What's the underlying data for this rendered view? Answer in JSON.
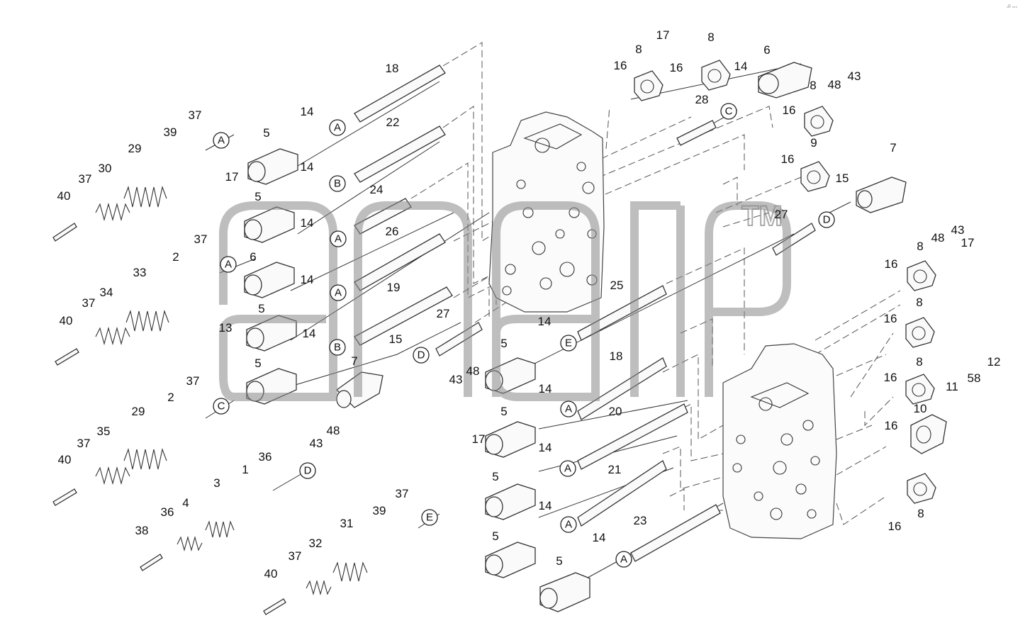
{
  "diagram": {
    "type": "exploded-parts-diagram",
    "corner_mark": "◦ᴰ ◦◦◦",
    "watermark": {
      "text": "TM"
    },
    "part_numbers": [
      "1",
      "2",
      "3",
      "4",
      "5",
      "6",
      "7",
      "8",
      "9",
      "10",
      "11",
      "12",
      "13",
      "14",
      "15",
      "16",
      "17",
      "18",
      "19",
      "20",
      "21",
      "22",
      "23",
      "24",
      "25",
      "26",
      "27",
      "28",
      "29",
      "30",
      "31",
      "32",
      "33",
      "34",
      "35",
      "36",
      "37",
      "38",
      "39",
      "40",
      "43",
      "48",
      "58"
    ],
    "connectors": [
      "A",
      "B",
      "C",
      "D",
      "E"
    ],
    "callouts": [
      {
        "n": "18"
      },
      {
        "n": "37"
      },
      {
        "n": "39"
      },
      {
        "n": "29"
      },
      {
        "n": "30"
      },
      {
        "n": "37"
      },
      {
        "n": "40"
      },
      {
        "n": "5"
      },
      {
        "n": "14"
      },
      {
        "n": "22"
      },
      {
        "n": "14"
      },
      {
        "n": "17"
      },
      {
        "n": "5"
      },
      {
        "n": "24"
      },
      {
        "n": "14"
      },
      {
        "n": "26"
      },
      {
        "n": "37"
      },
      {
        "n": "2"
      },
      {
        "n": "6"
      },
      {
        "n": "33"
      },
      {
        "n": "34"
      },
      {
        "n": "37"
      },
      {
        "n": "40"
      },
      {
        "n": "14"
      },
      {
        "n": "19"
      },
      {
        "n": "5"
      },
      {
        "n": "14"
      },
      {
        "n": "27"
      },
      {
        "n": "13"
      },
      {
        "n": "15"
      },
      {
        "n": "5"
      },
      {
        "n": "7"
      },
      {
        "n": "37"
      },
      {
        "n": "2"
      },
      {
        "n": "29"
      },
      {
        "n": "35"
      },
      {
        "n": "37"
      },
      {
        "n": "40"
      },
      {
        "n": "43"
      },
      {
        "n": "48"
      },
      {
        "n": "36"
      },
      {
        "n": "1"
      },
      {
        "n": "3"
      },
      {
        "n": "4"
      },
      {
        "n": "36"
      },
      {
        "n": "38"
      },
      {
        "n": "39"
      },
      {
        "n": "37"
      },
      {
        "n": "31"
      },
      {
        "n": "32"
      },
      {
        "n": "37"
      },
      {
        "n": "40"
      },
      {
        "n": "17"
      },
      {
        "n": "8"
      },
      {
        "n": "16"
      },
      {
        "n": "16"
      },
      {
        "n": "8"
      },
      {
        "n": "14"
      },
      {
        "n": "6"
      },
      {
        "n": "28"
      },
      {
        "n": "8"
      },
      {
        "n": "48"
      },
      {
        "n": "43"
      },
      {
        "n": "16"
      },
      {
        "n": "9"
      },
      {
        "n": "16"
      },
      {
        "n": "7"
      },
      {
        "n": "15"
      },
      {
        "n": "27"
      },
      {
        "n": "25"
      },
      {
        "n": "14"
      },
      {
        "n": "5"
      },
      {
        "n": "18"
      },
      {
        "n": "43"
      },
      {
        "n": "48"
      },
      {
        "n": "14"
      },
      {
        "n": "5"
      },
      {
        "n": "20"
      },
      {
        "n": "17"
      },
      {
        "n": "14"
      },
      {
        "n": "5"
      },
      {
        "n": "21"
      },
      {
        "n": "14"
      },
      {
        "n": "5"
      },
      {
        "n": "23"
      },
      {
        "n": "14"
      },
      {
        "n": "5"
      },
      {
        "n": "8"
      },
      {
        "n": "48"
      },
      {
        "n": "43"
      },
      {
        "n": "17"
      },
      {
        "n": "16"
      },
      {
        "n": "16"
      },
      {
        "n": "8"
      },
      {
        "n": "16"
      },
      {
        "n": "8"
      },
      {
        "n": "12"
      },
      {
        "n": "11"
      },
      {
        "n": "58"
      },
      {
        "n": "10"
      },
      {
        "n": "16"
      },
      {
        "n": "16"
      },
      {
        "n": "8"
      }
    ],
    "circles": [
      {
        "t": "A"
      },
      {
        "t": "A"
      },
      {
        "t": "B"
      },
      {
        "t": "A"
      },
      {
        "t": "A"
      },
      {
        "t": "A"
      },
      {
        "t": "B"
      },
      {
        "t": "C"
      },
      {
        "t": "D"
      },
      {
        "t": "E"
      },
      {
        "t": "D"
      },
      {
        "t": "C"
      },
      {
        "t": "D"
      },
      {
        "t": "E"
      },
      {
        "t": "A"
      },
      {
        "t": "A"
      },
      {
        "t": "A"
      },
      {
        "t": "A"
      }
    ]
  }
}
